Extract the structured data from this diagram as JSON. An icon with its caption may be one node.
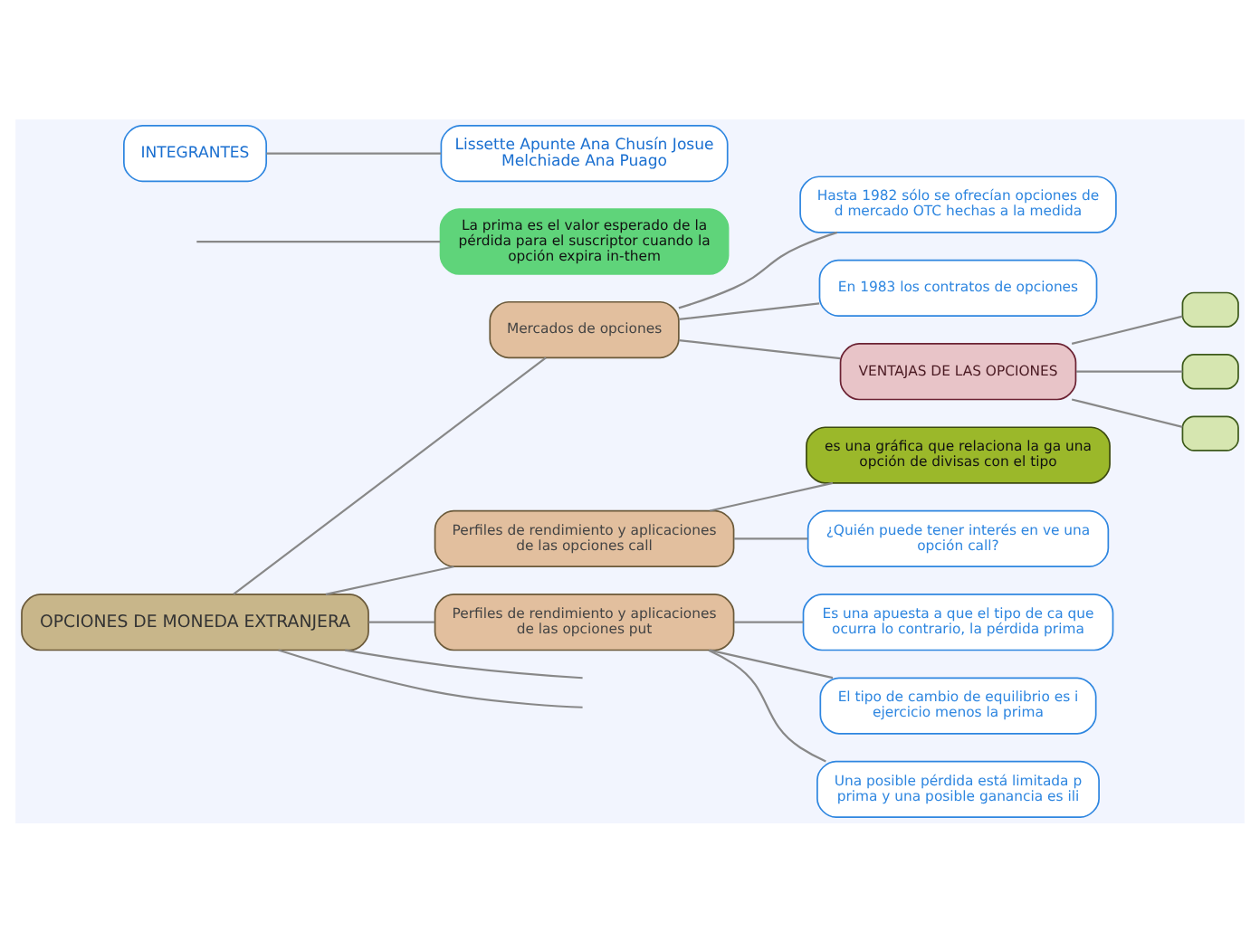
{
  "diagram": {
    "nodes": [
      {
        "text": [
          "OPCIONES DE MONEDA EXTRANJERA"
        ]
      },
      {
        "text": [
          "La prima es el valor esperado de la pérdida para el suscriptor cuando la opción expira in-them"
        ]
      },
      {
        "text": [
          "Mercados de opciones"
        ]
      },
      {
        "text": [
          "Hasta 1982 sólo se ofrecían opciones de d mercado OTC hechas a la medida"
        ]
      },
      {
        "text": [
          "En 1983 los contratos de opciones"
        ]
      },
      {
        "text": [
          "VENTAJAS DE LAS OPCIONES"
        ]
      },
      {
        "text": [],
        "shape": "box"
      },
      {
        "text": [],
        "shape": "box"
      },
      {
        "text": [],
        "shape": "box"
      },
      {
        "text": [
          "Perfiles de rendimiento y aplicaciones de las opciones call"
        ]
      },
      {
        "text": [
          "es una gráfica que relaciona la ga una opción de divisas con el tipo"
        ]
      },
      {
        "text": [
          "¿Quién puede tener interés en ve una opción call?"
        ]
      },
      {
        "text": [
          "Perfiles de rendimiento y aplicaciones de las opciones put"
        ]
      },
      {
        "text": [
          "Es una apuesta a que el tipo de ca que ocurra lo contrario, la pérdida prima"
        ]
      },
      {
        "text": [
          "El tipo de cambio de equilibrio es i ejercicio menos la prima"
        ]
      },
      {
        "text": [
          "Una posible pérdida está limitada p prima y una posible ganancia es ili"
        ]
      },
      {
        "text": [
          "INTEGRANTES"
        ]
      },
      {
        "text": [
          "Lissette Apunte Ana Chusín Josue Melchiade Ana Puago"
        ]
      }
    ],
    "edges": [
      {
        "from": 0,
        "to": null,
        "arrow": "none"
      },
      {
        "from": null,
        "to": 1,
        "arrow": "none"
      },
      {
        "from": 0,
        "to": 2,
        "arrow": "none"
      },
      {
        "from": 2,
        "to": 3,
        "arrow": "none"
      },
      {
        "from": 2,
        "to": 4,
        "arrow": "none"
      },
      {
        "from": 2,
        "to": 5,
        "arrow": "none"
      },
      {
        "from": 5,
        "to": 6,
        "arrow": "none"
      },
      {
        "from": 5,
        "to": 7,
        "arrow": "none"
      },
      {
        "from": 5,
        "to": 8,
        "arrow": "none"
      },
      {
        "from": 0,
        "to": 9,
        "arrow": "none"
      },
      {
        "from": 9,
        "to": 10,
        "arrow": "none"
      },
      {
        "from": 9,
        "to": 11,
        "arrow": "none"
      },
      {
        "from": 0,
        "to": 12,
        "arrow": "none"
      },
      {
        "from": 12,
        "to": 13,
        "arrow": "none"
      },
      {
        "from": 12,
        "to": 14,
        "arrow": "none"
      },
      {
        "from": 12,
        "to": 15,
        "arrow": "none"
      },
      {
        "from": 0,
        "to": null,
        "arrow": "none"
      },
      {
        "from": 16,
        "to": 17,
        "arrow": "none"
      }
    ]
  }
}
